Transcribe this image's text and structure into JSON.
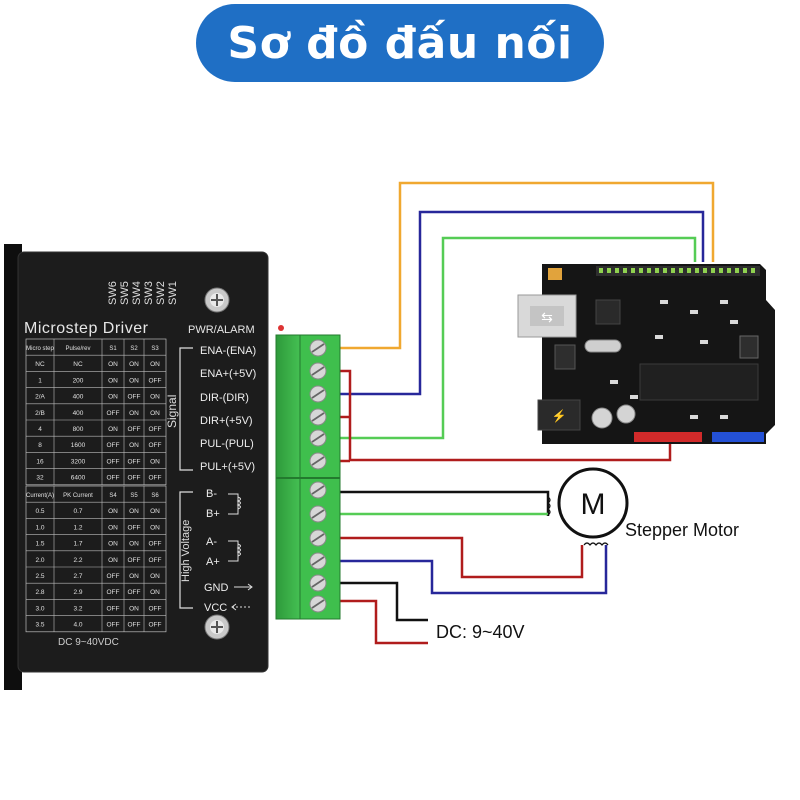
{
  "title": "Sơ đồ đấu nối",
  "driver": {
    "name": "Microstep Driver",
    "pwr_alarm": "PWR/ALARM",
    "switches": [
      "SW6",
      "SW5",
      "SW4",
      "SW3",
      "SW2",
      "SW1"
    ],
    "signal_group": "Signal",
    "high_voltage_group": "High Voltage",
    "signal_terminals": [
      "ENA-(ENA)",
      "ENA+(+5V)",
      "DIR-(DIR)",
      "DIR+(+5V)",
      "PUL-(PUL)",
      "PUL+(+5V)"
    ],
    "power_terminals": [
      "B-",
      "B+",
      "A-",
      "A+",
      "GND",
      "VCC"
    ],
    "dc_range": "DC 9~40VDC",
    "step_table": {
      "headers": [
        "Micro step",
        "Pulse/rev",
        "S1",
        "S2",
        "S3"
      ],
      "rows": [
        [
          "NC",
          "NC",
          "ON",
          "ON",
          "ON"
        ],
        [
          "1",
          "200",
          "ON",
          "ON",
          "OFF"
        ],
        [
          "2/A",
          "400",
          "ON",
          "OFF",
          "ON"
        ],
        [
          "2/B",
          "400",
          "OFF",
          "ON",
          "ON"
        ],
        [
          "4",
          "800",
          "ON",
          "OFF",
          "OFF"
        ],
        [
          "8",
          "1600",
          "OFF",
          "ON",
          "OFF"
        ],
        [
          "16",
          "3200",
          "OFF",
          "OFF",
          "ON"
        ],
        [
          "32",
          "6400",
          "OFF",
          "OFF",
          "OFF"
        ]
      ]
    },
    "current_table": {
      "headers": [
        "Current(A)",
        "PK Current",
        "S4",
        "S5",
        "S6"
      ],
      "rows": [
        [
          "0.5",
          "0.7",
          "ON",
          "ON",
          "ON"
        ],
        [
          "1.0",
          "1.2",
          "ON",
          "OFF",
          "ON"
        ],
        [
          "1.5",
          "1.7",
          "ON",
          "ON",
          "OFF"
        ],
        [
          "2.0",
          "2.2",
          "ON",
          "OFF",
          "OFF"
        ],
        [
          "2.5",
          "2.7",
          "OFF",
          "ON",
          "ON"
        ],
        [
          "2.8",
          "2.9",
          "OFF",
          "OFF",
          "ON"
        ],
        [
          "3.0",
          "3.2",
          "OFF",
          "ON",
          "OFF"
        ],
        [
          "3.5",
          "4.0",
          "OFF",
          "OFF",
          "OFF"
        ]
      ]
    }
  },
  "motor": {
    "symbol": "M",
    "label": "Stepper Motor"
  },
  "power_supply": {
    "label": "DC: 9~40V"
  },
  "colors": {
    "title_bg": "#1f6fc5",
    "wire_orange": "#f0a830",
    "wire_blue": "#27279a",
    "wire_green": "#55cc55",
    "wire_red": "#b01c1c",
    "wire_black": "#111111",
    "terminal_green": "#3cb44a",
    "driver_body": "#1c1c1c",
    "board_body": "#151515"
  }
}
